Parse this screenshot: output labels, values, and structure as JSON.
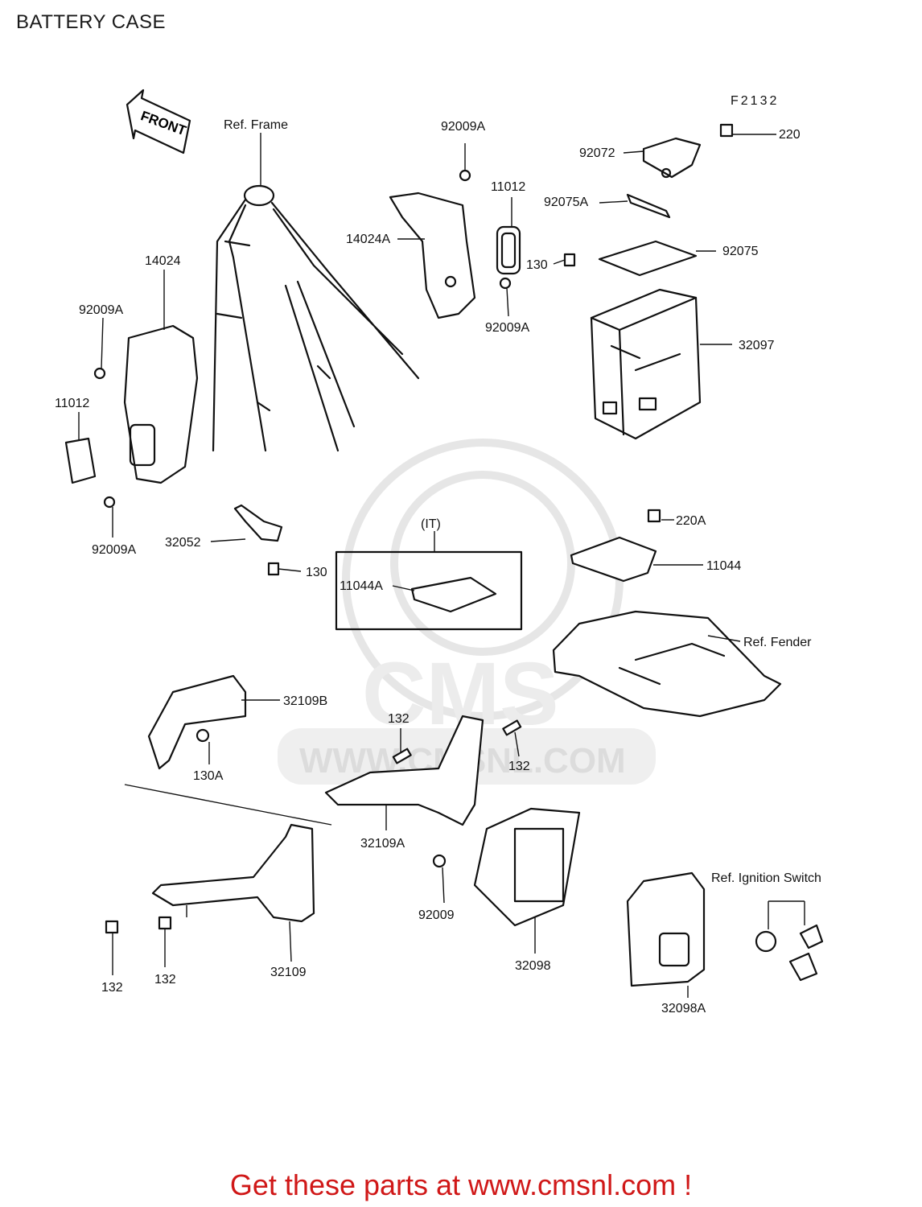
{
  "page": {
    "title": "BATTERY CASE"
  },
  "diagram": {
    "code": "F2132",
    "front_label": "FRONT",
    "ref_frame": "Ref. Frame",
    "ref_fender": "Ref. Fender",
    "ref_ignition": "Ref. Ignition Switch",
    "it_label": "(IT)",
    "watermark": {
      "logo": "CMS",
      "url": "WWW.CMSNL.COM"
    },
    "parts": {
      "p92009A_top": "92009A",
      "p11012_right": "11012",
      "p14024A": "14024A",
      "p130_top": "130",
      "p92009A_mid": "92009A",
      "p92072": "92072",
      "p220": "220",
      "p92075A": "92075A",
      "p92075": "92075",
      "p32097": "32097",
      "p14024": "14024",
      "p92009A_left": "92009A",
      "p11012_left": "11012",
      "p92009A_bottom": "92009A",
      "p32052": "32052",
      "p130_mid": "130",
      "p11044A": "11044A",
      "p220A": "220A",
      "p11044": "11044",
      "p32109B": "32109B",
      "p130A": "130A",
      "p132_a": "132",
      "p132_b": "132",
      "p32109A": "32109A",
      "p92009": "92009",
      "p32098": "32098",
      "p32098A": "32098A",
      "p32109": "32109",
      "p132_c": "132",
      "p132_d": "132"
    }
  },
  "footer": {
    "text": "Get these parts at www.cmsnl.com !"
  },
  "colors": {
    "footer": "#d01818",
    "line": "#111111",
    "watermark": "#e6e6e6"
  }
}
